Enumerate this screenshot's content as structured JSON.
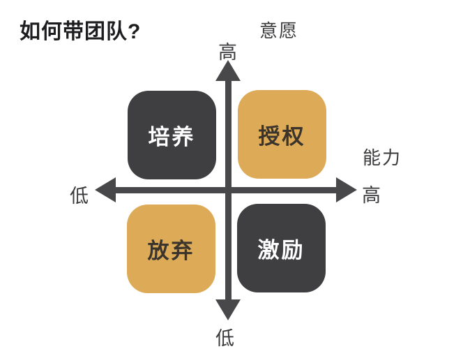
{
  "title": "如何带团队?",
  "axes": {
    "vertical": {
      "name": "意愿",
      "high_label": "高",
      "low_label": "低"
    },
    "horizontal": {
      "name": "能力",
      "high_label": "高",
      "low_label": "低"
    }
  },
  "quadrants": [
    {
      "position": "top-left",
      "label": "培养",
      "willingness": "高",
      "ability": "低",
      "style": "dark"
    },
    {
      "position": "top-right",
      "label": "授权",
      "willingness": "高",
      "ability": "高",
      "style": "gold"
    },
    {
      "position": "bottom-left",
      "label": "放弃",
      "willingness": "低",
      "ability": "低",
      "style": "gold"
    },
    {
      "position": "bottom-right",
      "label": "激励",
      "willingness": "低",
      "ability": "高",
      "style": "dark"
    }
  ],
  "colors": {
    "gold": "#DDAB57",
    "gold_text": "#3A342C",
    "dark": "#3F3F42",
    "axis": "#48484A",
    "title": "#1D1D1F",
    "label": "#3A3A3C"
  }
}
